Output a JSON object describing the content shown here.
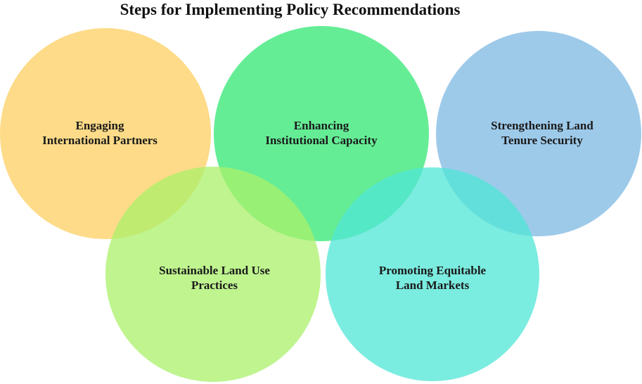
{
  "title": "Steps for Implementing Policy Recommendations",
  "colors": {
    "orange": "#fdd26a",
    "green": "#3ee97c",
    "blue": "#86bde5",
    "lime": "#a9f06a",
    "teal": "#4fe6d6"
  },
  "circles": [
    {
      "id": "engaging",
      "color_key": "orange",
      "lines": [
        "Engaging",
        "International  Partners"
      ]
    },
    {
      "id": "enhancing",
      "color_key": "green",
      "lines": [
        "Enhancing",
        "Institutional Capacity"
      ]
    },
    {
      "id": "strengthening",
      "color_key": "blue",
      "lines": [
        "Strengthening Land",
        "Tenure Security"
      ]
    },
    {
      "id": "sustainable",
      "color_key": "lime",
      "lines": [
        "Sustainable Land Use",
        "Practices"
      ]
    },
    {
      "id": "promoting",
      "color_key": "teal",
      "lines": [
        "Promoting Equitable",
        "Land Markets"
      ]
    }
  ]
}
